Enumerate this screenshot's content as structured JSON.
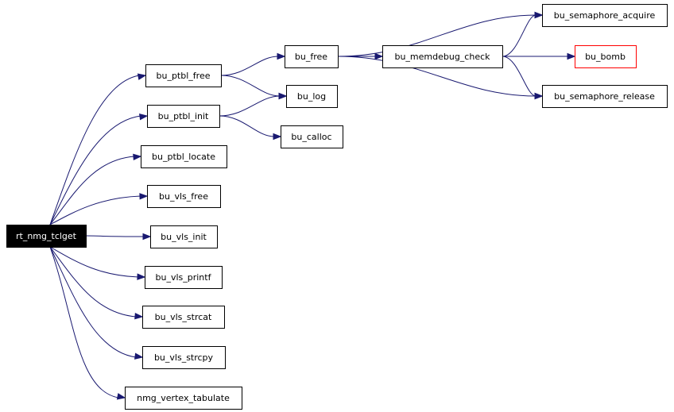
{
  "graph": {
    "nodes": [
      {
        "id": "rt_nmg_tclget",
        "label": "rt_nmg_tclget",
        "kind": "root"
      },
      {
        "id": "bu_ptbl_free",
        "label": "bu_ptbl_free",
        "kind": "normal"
      },
      {
        "id": "bu_ptbl_init",
        "label": "bu_ptbl_init",
        "kind": "normal"
      },
      {
        "id": "bu_ptbl_locate",
        "label": "bu_ptbl_locate",
        "kind": "normal"
      },
      {
        "id": "bu_vls_free",
        "label": "bu_vls_free",
        "kind": "normal"
      },
      {
        "id": "bu_vls_init",
        "label": "bu_vls_init",
        "kind": "normal"
      },
      {
        "id": "bu_vls_printf",
        "label": "bu_vls_printf",
        "kind": "normal"
      },
      {
        "id": "bu_vls_strcat",
        "label": "bu_vls_strcat",
        "kind": "normal"
      },
      {
        "id": "bu_vls_strcpy",
        "label": "bu_vls_strcpy",
        "kind": "normal"
      },
      {
        "id": "nmg_vertex_tabulate",
        "label": "nmg_vertex_tabulate",
        "kind": "normal"
      },
      {
        "id": "bu_free",
        "label": "bu_free",
        "kind": "normal"
      },
      {
        "id": "bu_log",
        "label": "bu_log",
        "kind": "normal"
      },
      {
        "id": "bu_calloc",
        "label": "bu_calloc",
        "kind": "normal"
      },
      {
        "id": "bu_memdebug_check",
        "label": "bu_memdebug_check",
        "kind": "normal"
      },
      {
        "id": "bu_semaphore_acquire",
        "label": "bu_semaphore_acquire",
        "kind": "normal"
      },
      {
        "id": "bu_semaphore_release",
        "label": "bu_semaphore_release",
        "kind": "normal"
      },
      {
        "id": "bu_bomb",
        "label": "bu_bomb",
        "kind": "error"
      }
    ],
    "edges": [
      {
        "from": "rt_nmg_tclget",
        "to": "bu_ptbl_free"
      },
      {
        "from": "rt_nmg_tclget",
        "to": "bu_ptbl_init"
      },
      {
        "from": "rt_nmg_tclget",
        "to": "bu_ptbl_locate"
      },
      {
        "from": "rt_nmg_tclget",
        "to": "bu_vls_free"
      },
      {
        "from": "rt_nmg_tclget",
        "to": "bu_vls_init"
      },
      {
        "from": "rt_nmg_tclget",
        "to": "bu_vls_printf"
      },
      {
        "from": "rt_nmg_tclget",
        "to": "bu_vls_strcat"
      },
      {
        "from": "rt_nmg_tclget",
        "to": "bu_vls_strcpy"
      },
      {
        "from": "rt_nmg_tclget",
        "to": "nmg_vertex_tabulate"
      },
      {
        "from": "bu_ptbl_free",
        "to": "bu_free"
      },
      {
        "from": "bu_ptbl_free",
        "to": "bu_log"
      },
      {
        "from": "bu_ptbl_init",
        "to": "bu_log"
      },
      {
        "from": "bu_ptbl_init",
        "to": "bu_calloc"
      },
      {
        "from": "bu_free",
        "to": "bu_memdebug_check"
      },
      {
        "from": "bu_free",
        "to": "bu_semaphore_acquire"
      },
      {
        "from": "bu_free",
        "to": "bu_semaphore_release"
      },
      {
        "from": "bu_memdebug_check",
        "to": "bu_semaphore_acquire"
      },
      {
        "from": "bu_memdebug_check",
        "to": "bu_bomb"
      },
      {
        "from": "bu_memdebug_check",
        "to": "bu_semaphore_release"
      }
    ]
  }
}
